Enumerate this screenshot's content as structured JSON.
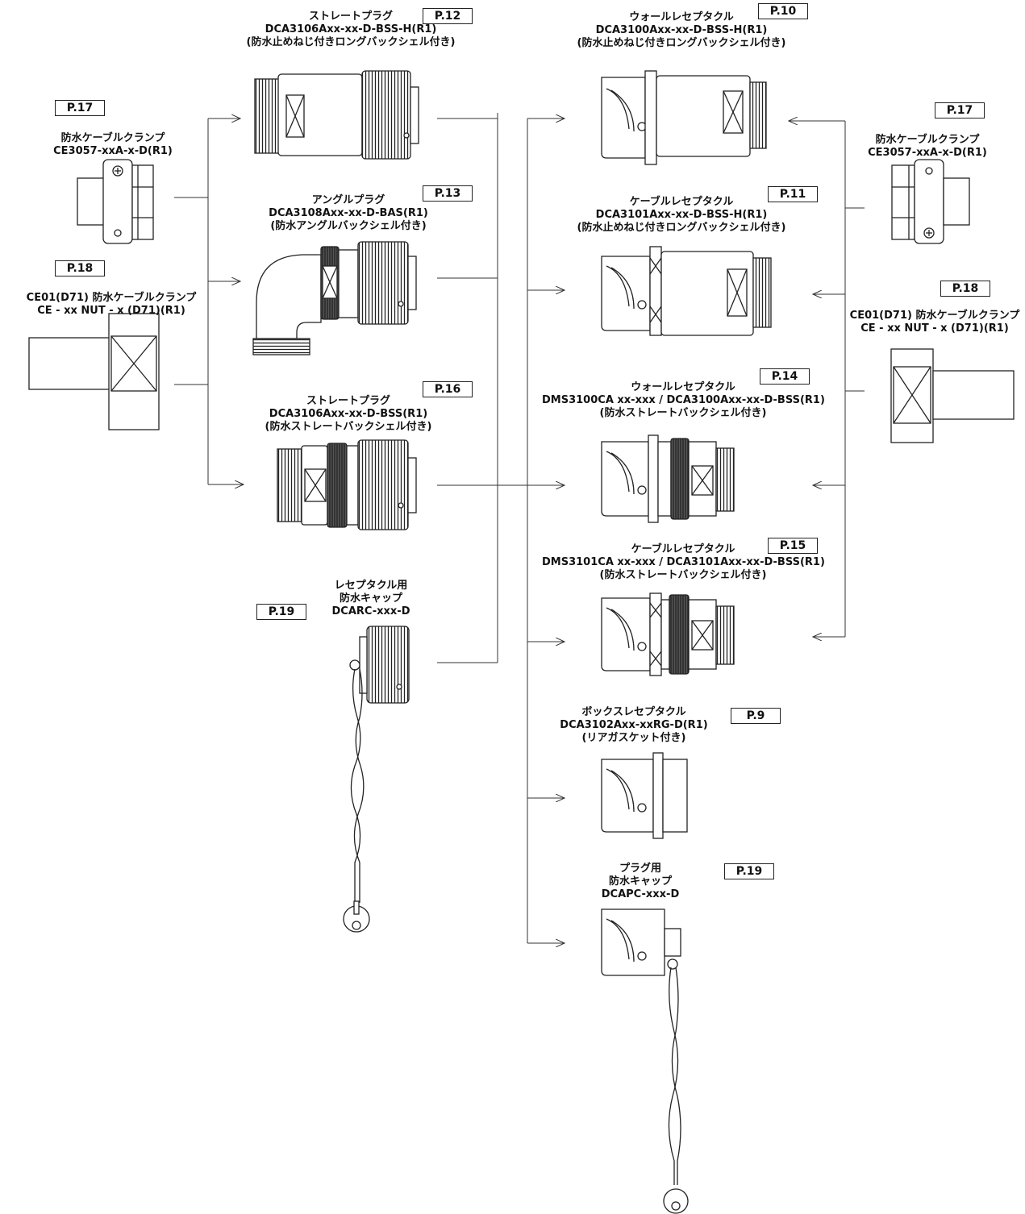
{
  "components": {
    "sp_bssh": {
      "page": "P.12",
      "lines": [
        "ストレートプラグ",
        "DCA3106Axx-xx-D-BSS-H(R1)",
        "(防水止めねじ付きロングバックシェル付き)"
      ]
    },
    "ap_bas": {
      "page": "P.13",
      "lines": [
        "アングルプラグ",
        "DCA3108Axx-xx-D-BAS(R1)",
        "(防水アングルバックシェル付き)"
      ]
    },
    "sp_bss": {
      "page": "P.16",
      "lines": [
        "ストレートプラグ",
        "DCA3106Axx-xx-D-BSS(R1)",
        "(防水ストレートバックシェル付き)"
      ]
    },
    "rcap": {
      "page": "P.19",
      "lines": [
        "レセプタクル用",
        "防水キャップ",
        "DCARC-xxx-D"
      ]
    },
    "clamp_l": {
      "page": "P.17",
      "lines": [
        "防水ケーブルクランプ",
        "CE3057-xxA-x-D(R1)"
      ]
    },
    "ce01_l": {
      "page": "P.18",
      "lines": [
        "CE01(D71) 防水ケーブルクランプ",
        "CE - xx NUT - x (D71)(R1)"
      ]
    },
    "wr_bssh": {
      "page": "P.10",
      "lines": [
        "ウォールレセプタクル",
        "DCA3100Axx-xx-D-BSS-H(R1)",
        "(防水止めねじ付きロングバックシェル付き)"
      ]
    },
    "cr_bssh": {
      "page": "P.11",
      "lines": [
        "ケーブルレセプタクル",
        "DCA3101Axx-xx-D-BSS-H(R1)",
        "(防水止めねじ付きロングバックシェル付き)"
      ]
    },
    "wr_bss": {
      "page": "P.14",
      "lines": [
        "ウォールレセプタクル",
        "DMS3100CA xx-xxx / DCA3100Axx-xx-D-BSS(R1)",
        "(防水ストレートバックシェル付き)"
      ]
    },
    "cr_bss": {
      "page": "P.15",
      "lines": [
        "ケーブルレセプタクル",
        "DMS3101CA xx-xxx / DCA3101Axx-xx-D-BSS(R1)",
        "(防水ストレートバックシェル付き)"
      ]
    },
    "box": {
      "page": "P.9",
      "lines": [
        "ボックスレセプタクル",
        "DCA3102Axx-xxRG-D(R1)",
        "(リアガスケット付き)"
      ]
    },
    "pcap": {
      "page": "P.19",
      "lines": [
        "プラグ用",
        "防水キャップ",
        "DCAPC-xxx-D"
      ]
    },
    "clamp_r": {
      "page": "P.17",
      "lines": [
        "防水ケーブルクランプ",
        "CE3057-xxA-x-D(R1)"
      ]
    },
    "ce01_r": {
      "page": "P.18",
      "lines": [
        "CE01(D71) 防水ケーブルクランプ",
        "CE - xx NUT - x (D71)(R1)"
      ]
    }
  }
}
